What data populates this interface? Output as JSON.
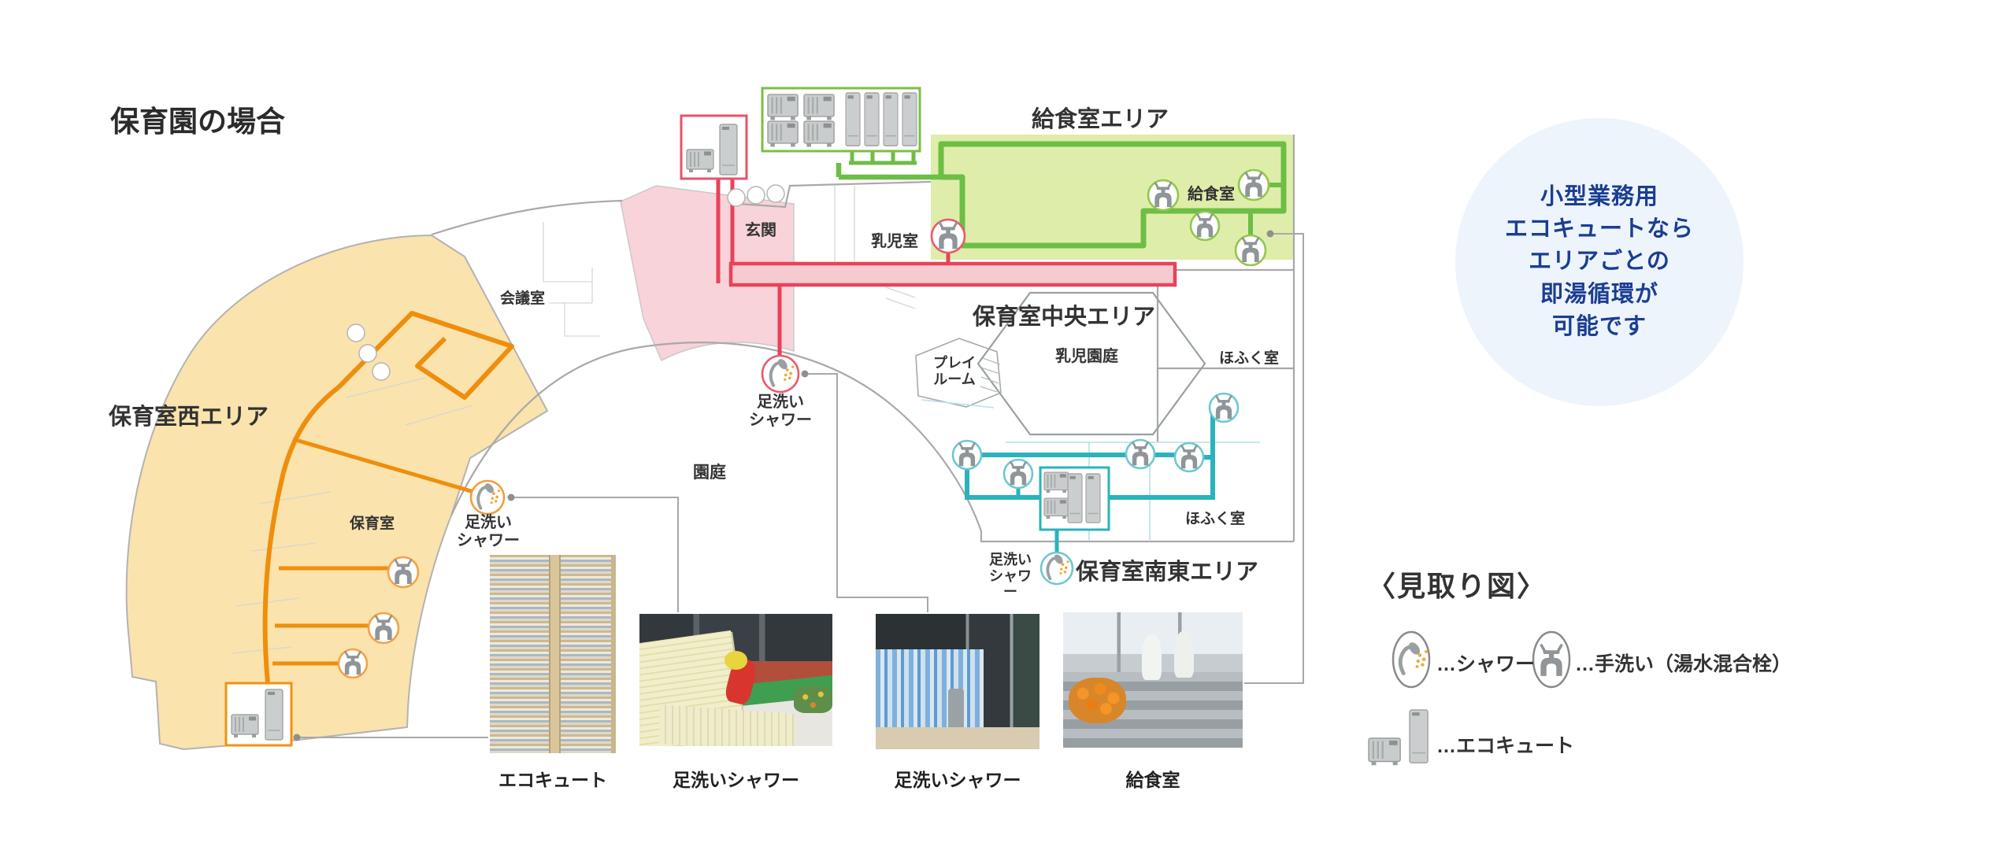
{
  "title": "保育園の場合",
  "areas": {
    "west": "保育室西エリア",
    "kitchen": "給食室エリア",
    "central": "保育室中央エリア",
    "southeast": "保育室南東エリア"
  },
  "rooms": {
    "entrance": "玄関",
    "infant_room": "乳児室",
    "meeting_room": "会議室",
    "nursery_room": "保育室",
    "kitchen_room": "給食室",
    "play_room": [
      "プレイ",
      "ルーム"
    ],
    "infant_garden": "乳児園庭",
    "crawl_room_east": "ほふく室",
    "crawl_room_southeast": "ほふく室",
    "garden": "園庭"
  },
  "foot_shower_label": [
    "足洗い",
    "シャワー"
  ],
  "callout": {
    "lines": [
      "小型業務用",
      "エコキュートなら",
      "エリアごとの",
      "即湯循環が",
      "可能です"
    ]
  },
  "legend": {
    "heading": "〈見取り図〉",
    "shower": "…シャワー",
    "hand_wash": "…手洗い（湯水混合栓）",
    "ecocute": "…エコキュート"
  },
  "photos": [
    {
      "caption": "エコキュート"
    },
    {
      "caption": "足洗いシャワー"
    },
    {
      "caption": "足洗いシャワー"
    },
    {
      "caption": "給食室"
    }
  ],
  "icons": {
    "shower": "shower-icon",
    "hand_wash": "faucet-icon",
    "ecocute": "ecocute-unit-icon"
  },
  "colors": {
    "west_area_fill": "#FAE3AC",
    "west_pipe": "#EF8E0D",
    "entrance_area_fill": "#F8D3D9",
    "central_pipe": "#E8425A",
    "kitchen_area_fill": "#DFEDAA",
    "kitchen_pipe": "#6CBE44",
    "southeast_pipe": "#2AB3BA",
    "callout_bg": "#EDF4FB",
    "callout_text": "#1B3E92"
  }
}
